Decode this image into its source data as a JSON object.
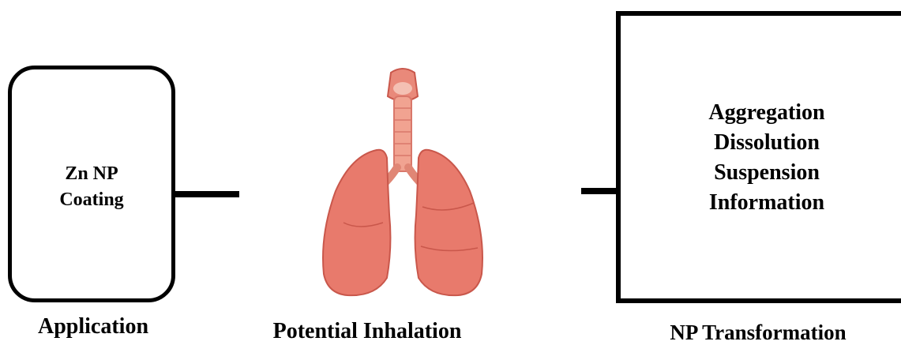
{
  "application_box": {
    "lines": [
      "Zn NP",
      "Coating"
    ]
  },
  "transformation_box": {
    "lines": [
      "Aggregation",
      "Dissolution",
      "Suspension",
      "Information"
    ]
  },
  "captions": {
    "application": "Application",
    "inhalation": "Potential Inhalation",
    "transformation": "NP Transformation"
  },
  "colors": {
    "lung_fill": "#e87a6c",
    "lung_shade": "#c9574b",
    "trachea": "#f1a391"
  },
  "icons": {
    "lungs": "lungs-illustration"
  }
}
